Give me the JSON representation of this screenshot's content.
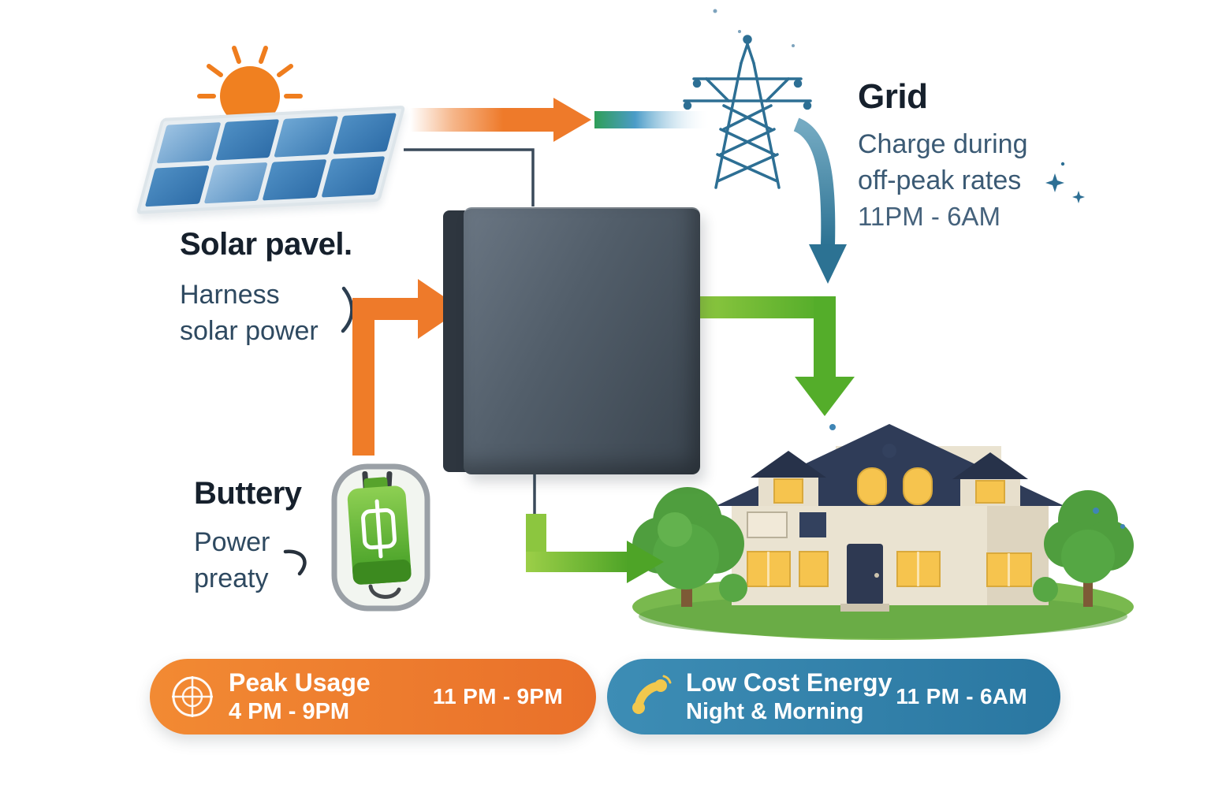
{
  "solar": {
    "title": "Solar pavel.",
    "desc_line1": "Harness",
    "desc_line2": "solar power"
  },
  "grid": {
    "title": "Grid",
    "desc_line1": "Charge during",
    "desc_line2": "off-peak rates",
    "time": "11PM - 6AM"
  },
  "battery": {
    "title": "Buttery",
    "desc_line1": "Power",
    "desc_line2": "preaty"
  },
  "badges": {
    "peak": {
      "title": "Peak Usage",
      "subtitle": "4 PM - 9PM",
      "time": "11 PM - 9PM",
      "color": "#ee7a2a",
      "icon": "clock-icon"
    },
    "low_cost": {
      "title": "Low Cost Energy",
      "subtitle": "Night & Morning",
      "time": "11 PM - 6AM",
      "color": "#2f7fa7",
      "icon": "phone-icon"
    }
  },
  "colors": {
    "orange": "#ee7a2a",
    "green": "#54ad2a",
    "steel_blue": "#2d6f94",
    "badge_blue": "#2f7fa7",
    "dark_text": "#16202c",
    "muted_text": "#3b5a74",
    "battery_dark": "#4e5a66",
    "sun": "#f08020"
  }
}
